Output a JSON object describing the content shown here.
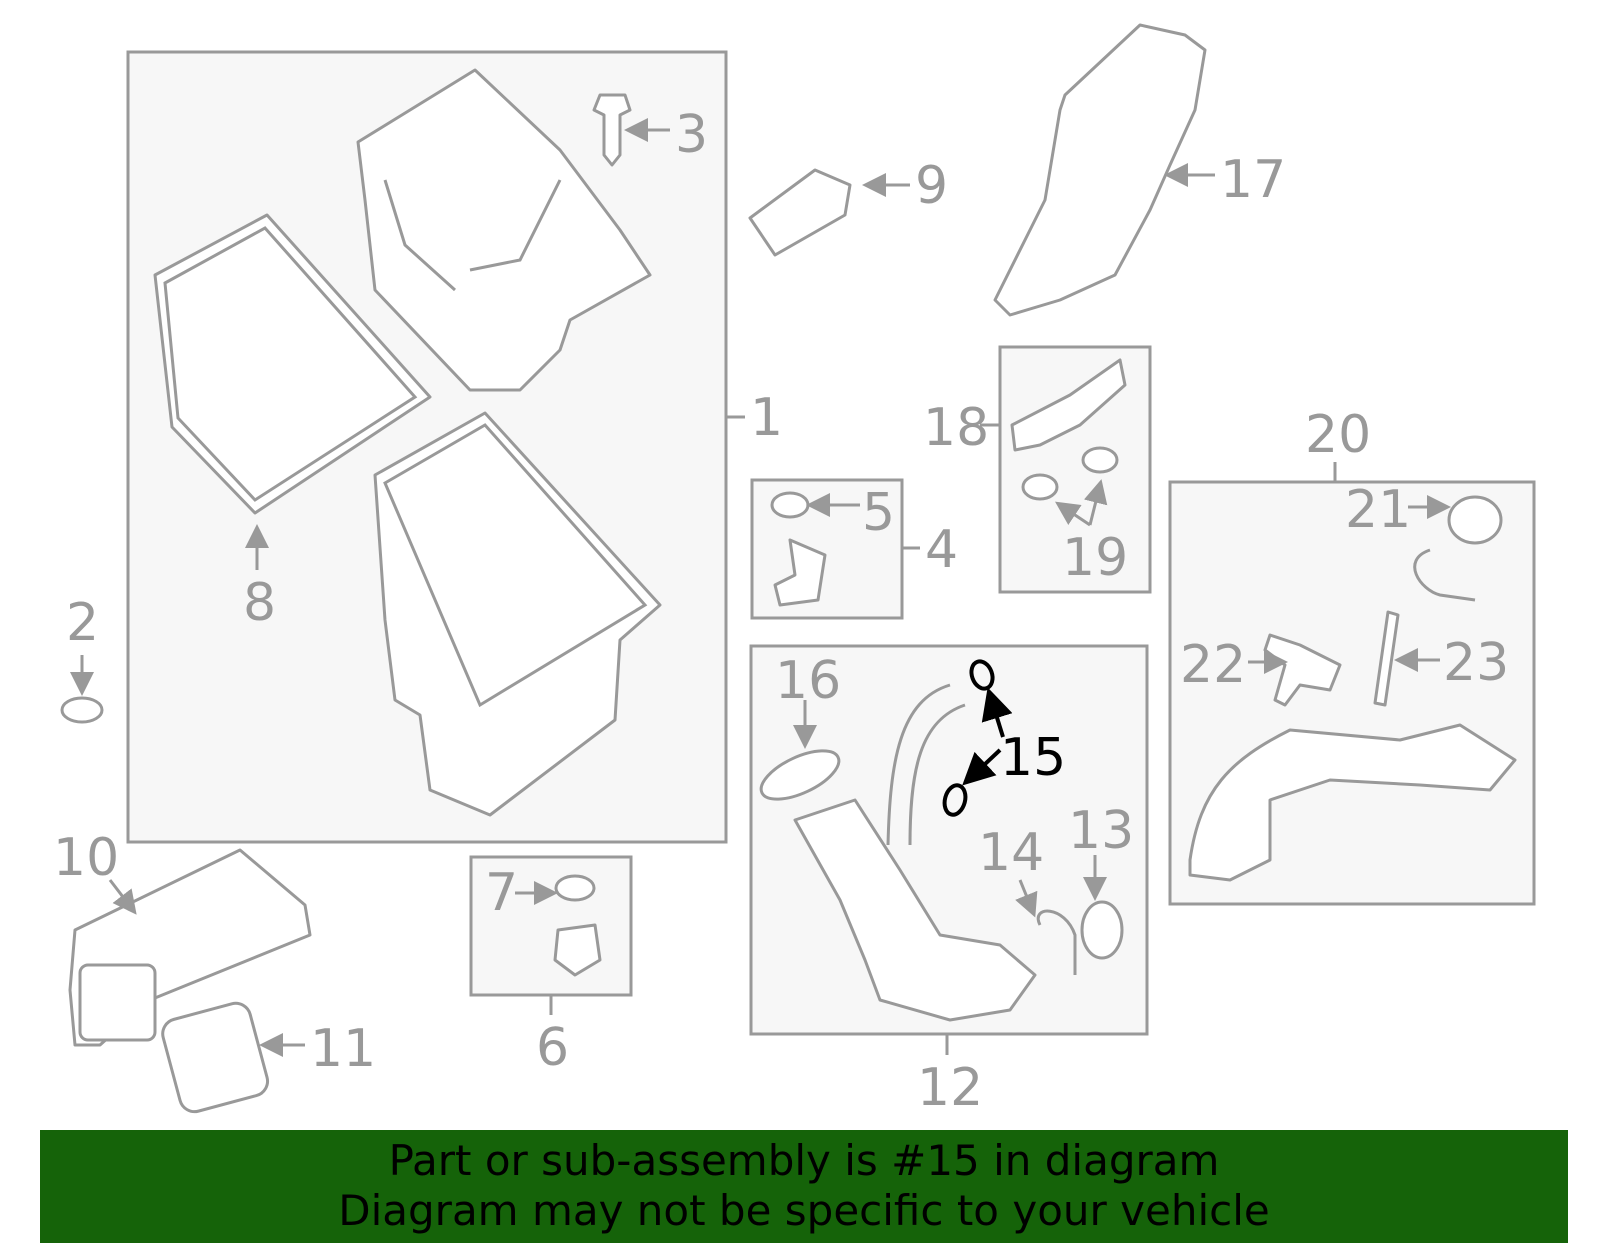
{
  "diagram": {
    "callouts": [
      "1",
      "2",
      "3",
      "4",
      "5",
      "6",
      "7",
      "8",
      "9",
      "10",
      "11",
      "12",
      "13",
      "14",
      "15",
      "16",
      "17",
      "18",
      "19",
      "20",
      "21",
      "22",
      "23"
    ],
    "highlighted_part": "15"
  },
  "banner": {
    "line1": "Part or sub-assembly is #15 in diagram",
    "line2": "Diagram may not be specific to your vehicle",
    "background": "#156309"
  },
  "colors": {
    "line": "#999999",
    "highlight": "#000000",
    "box_fill": "#f7f7f7"
  }
}
